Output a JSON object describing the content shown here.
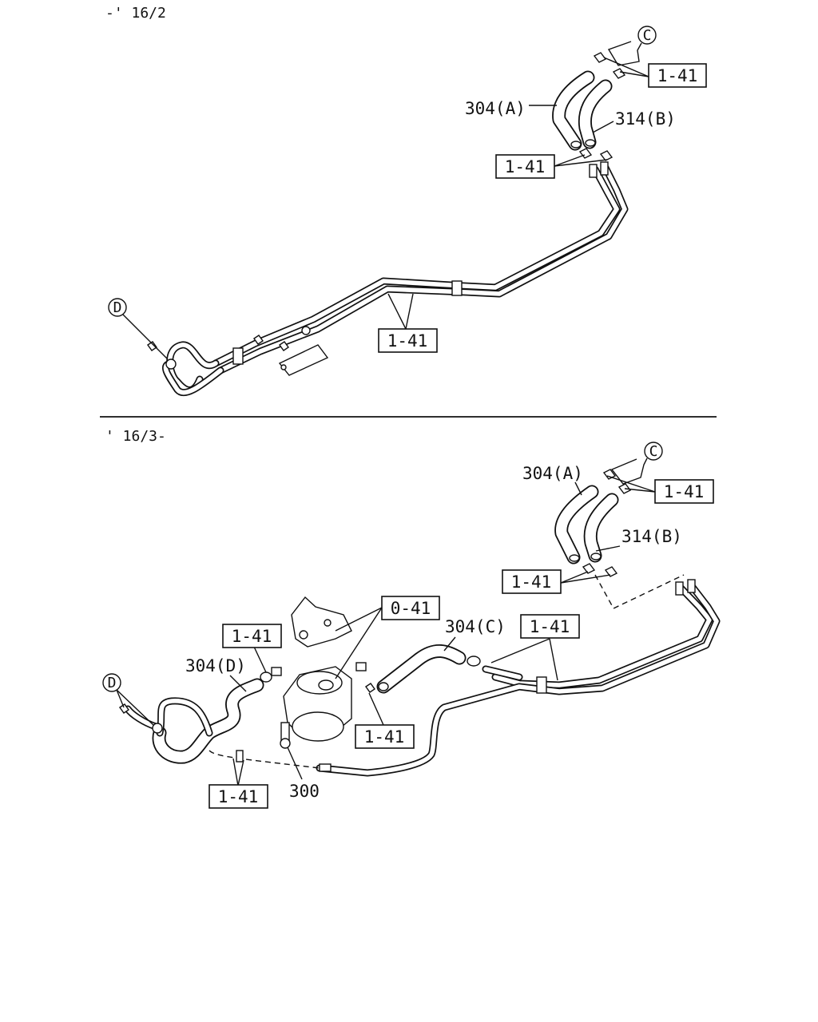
{
  "section_top": {
    "header": "-' 16/2",
    "callout_c": "C",
    "callout_d": "D",
    "ref_box_top_right": "1-41",
    "part_304a": "304(A)",
    "part_314b": "314(B)",
    "ref_box_mid": "1-41",
    "ref_box_bottom": "1-41"
  },
  "section_bottom": {
    "header": "' 16/3-",
    "callout_c": "C",
    "callout_d": "D",
    "ref_box_top_right": "1-41",
    "part_304a": "304(A)",
    "part_314b": "314(B)",
    "ref_box_upper_mid": "1-41",
    "ref_box_filter_bracket": "0-41",
    "ref_box_left_clip": "1-41",
    "part_304d": "304(D)",
    "part_304c": "304(C)",
    "ref_box_center": "1-41",
    "ref_box_filter_clip": "1-41",
    "ref_box_bottom_left": "1-41",
    "part_300": "300"
  }
}
